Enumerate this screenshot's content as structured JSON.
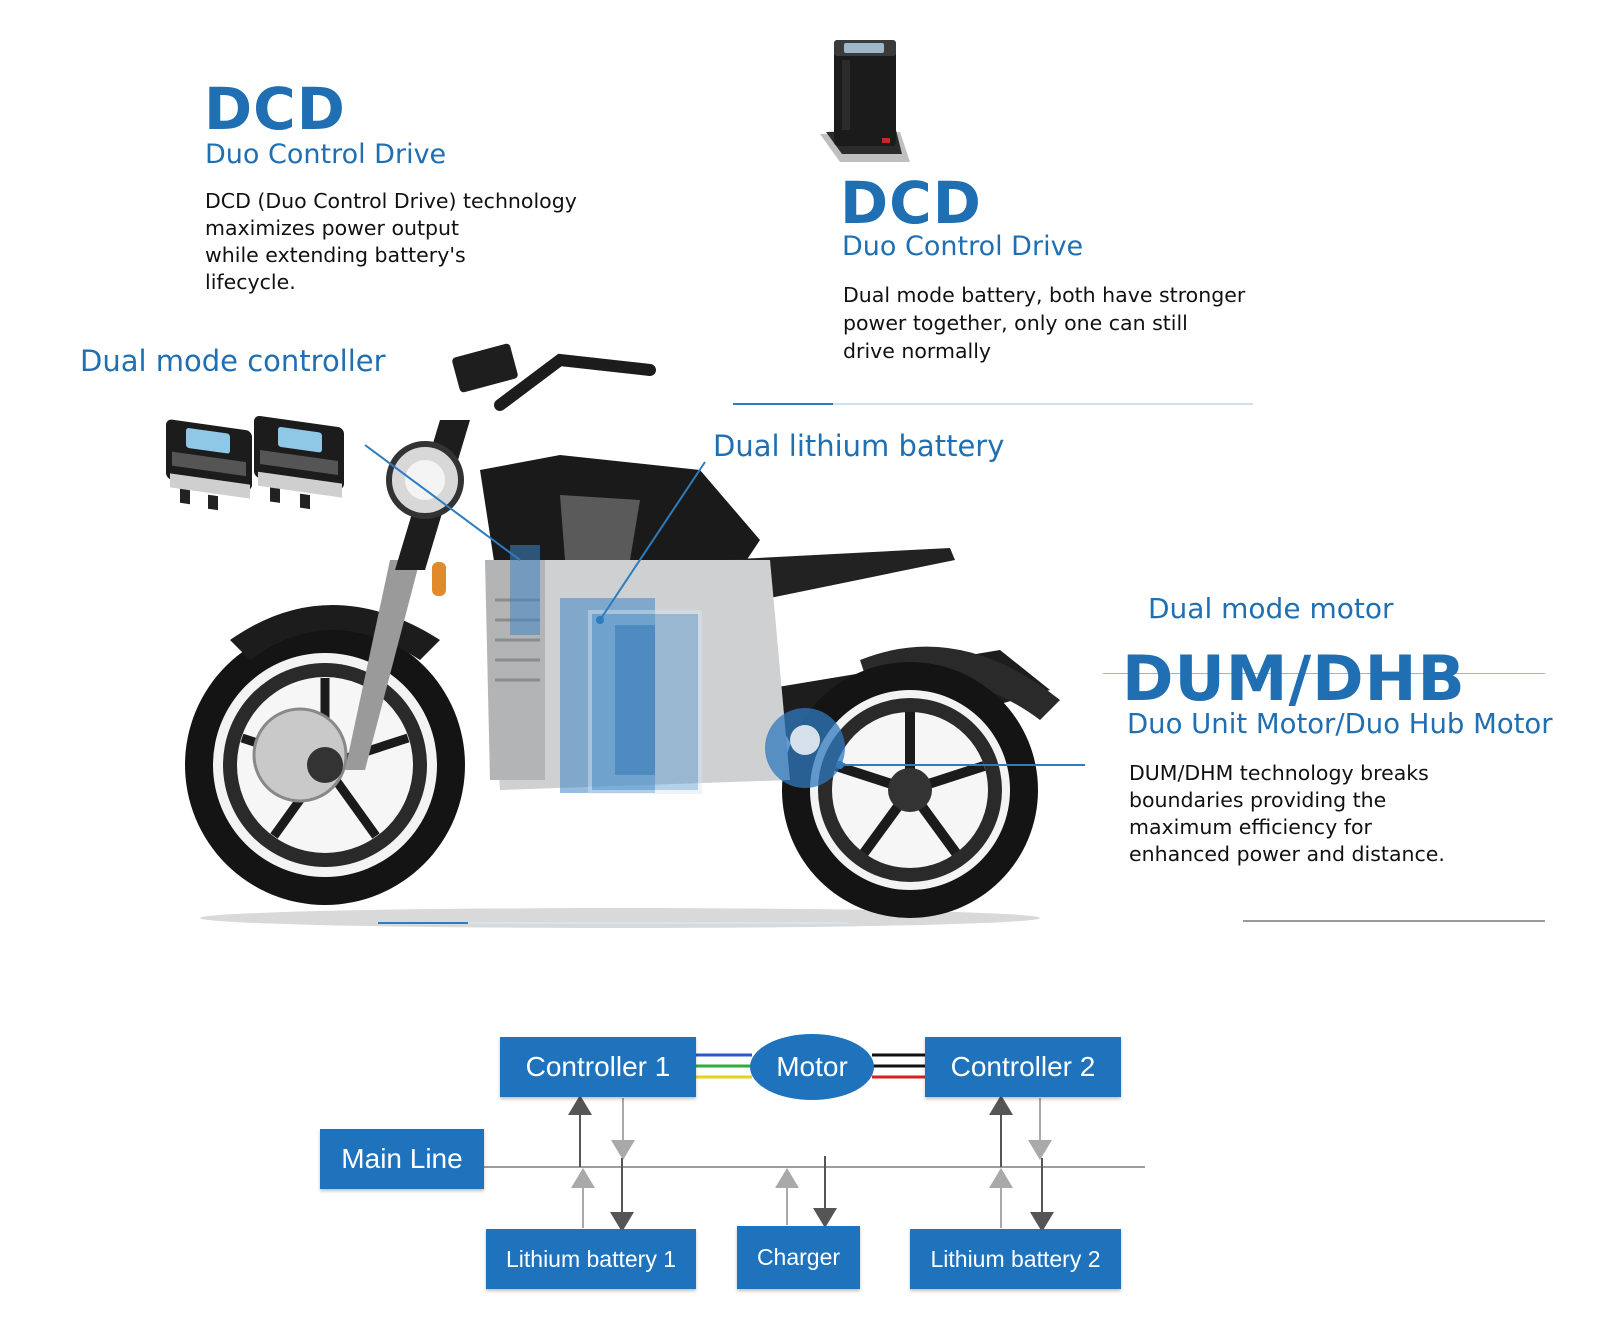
{
  "left_block": {
    "title": "DCD",
    "subtitle": "Duo Control Drive",
    "body": "DCD (Duo Control Drive) technology\nmaximizes power output\nwhile extending battery's\nlifecycle."
  },
  "right_block": {
    "title": "DCD",
    "subtitle": "Duo Control Drive",
    "body": "Dual mode battery, both have stronger\npower together, only one can still\ndrive normally"
  },
  "labels": {
    "controller": "Dual mode controller",
    "battery": "Dual lithium battery",
    "motor": "Dual mode motor"
  },
  "motor_block": {
    "title": "DUM/DHB",
    "subtitle": "Duo Unit Motor/Duo Hub Motor",
    "body": "DUM/DHM technology breaks\nboundaries providing the\nmaximum efficiency for\nenhanced power and distance."
  },
  "diagram": {
    "controller1": "Controller 1",
    "motor": "Motor",
    "controller2": "Controller 2",
    "main_line": "Main Line",
    "battery1": "Lithium battery 1",
    "charger": "Charger",
    "battery2": "Lithium battery 2"
  },
  "colors": {
    "brand_blue": "#1f6fb2",
    "box_blue": "#1f73bd",
    "wire_blue": "#2a58c8",
    "wire_green": "#2fae3a",
    "wire_yellow": "#e6d21e",
    "wire_black": "#111111",
    "wire_red": "#d42020"
  }
}
